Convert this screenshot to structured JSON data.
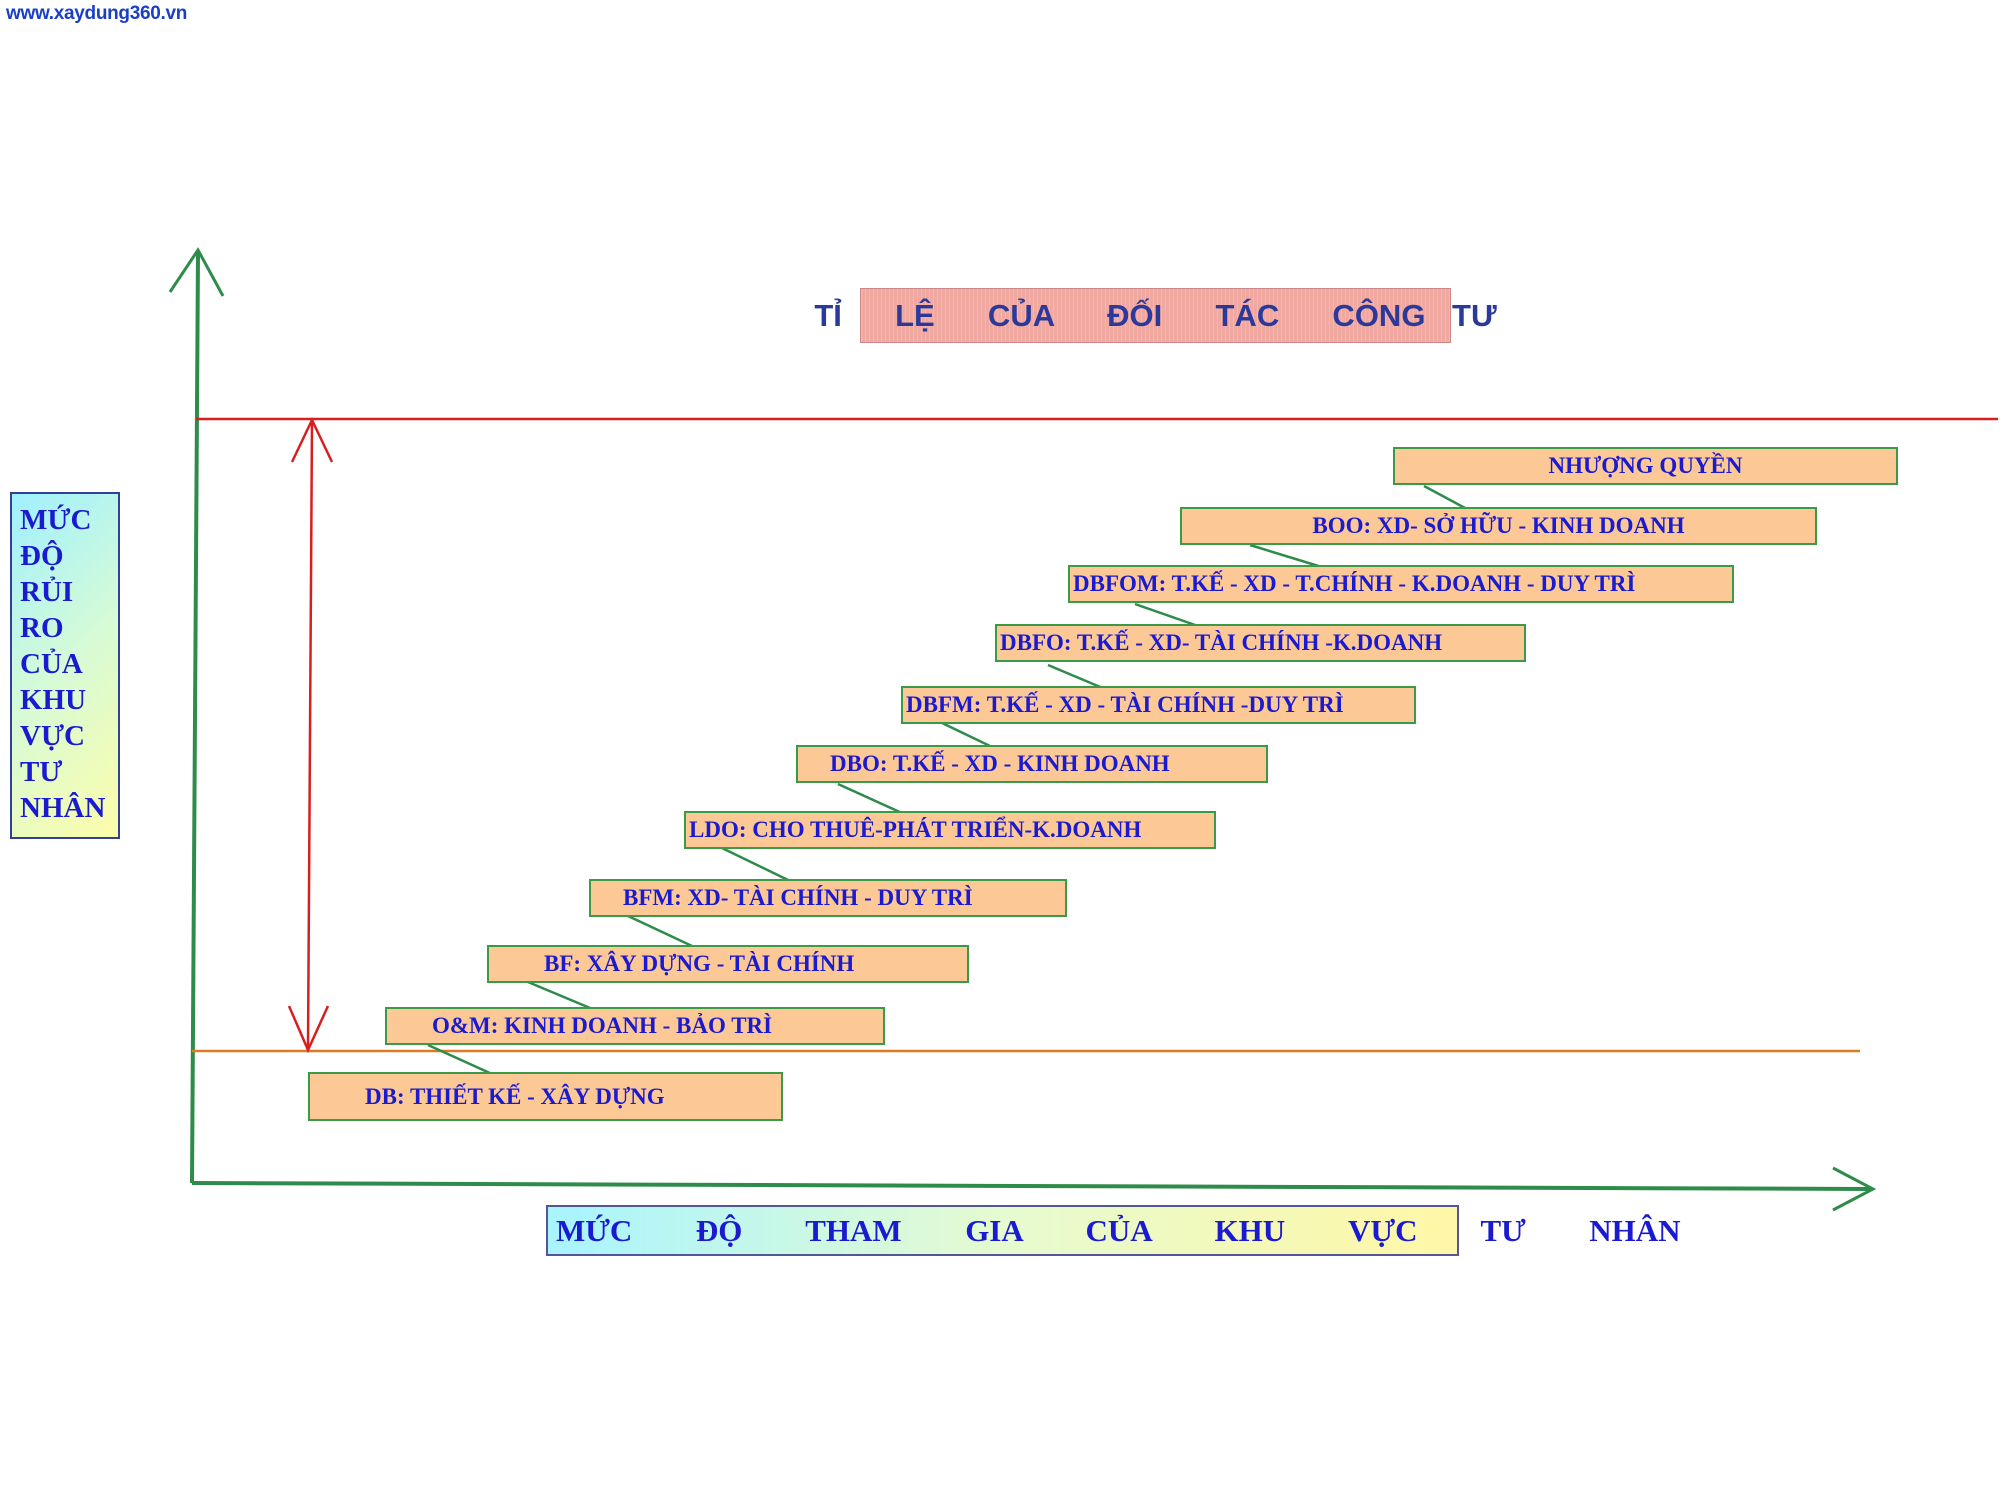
{
  "watermark": "www.xaydung360.vn",
  "title": "TỈ  LỆ  CỦA  ĐỐI  TÁC  CÔNG TƯ",
  "y_axis_label": [
    "MỨC",
    "ĐỘ",
    "RỦI",
    "RO",
    "CỦA",
    "KHU",
    "VỰC",
    "TƯ",
    "NHÂN"
  ],
  "x_axis_label": "MỨC  ĐỘ  THAM  GIA  CỦA  KHU  VỰC  TƯ  NHÂN",
  "steps": [
    "DB: THIẾT KẾ - XÂY DỰNG",
    "O&M: KINH DOANH  - BẢO TRÌ",
    "BF: XÂY DỰNG - TÀI CHÍNH",
    "BFM: XD- TÀI CHÍNH - DUY TRÌ",
    "LDO: CHO THUÊ-PHÁT TRIỂN-K.DOANH",
    "DBO: T.KẾ - XD - KINH DOANH",
    "DBFM: T.KẾ - XD - TÀI CHÍNH -DUY TRÌ",
    "DBFO: T.KẾ - XD- TÀI CHÍNH  -K.DOANH",
    "DBFOM: T.KẾ - XD - T.CHÍNH - K.DOANH - DUY TRÌ",
    "BOO: XD- SỞ HỮU - KINH DOANH",
    "NHƯỢNG QUYỀN"
  ],
  "colors": {
    "axis": "#2e8b4a",
    "upper_line": "#d62020",
    "lower_line": "#e07a20",
    "range_arrow": "#d62020",
    "box_fill": "#fcc896",
    "box_border": "#3a9a48",
    "text": "#1a1ad0"
  }
}
